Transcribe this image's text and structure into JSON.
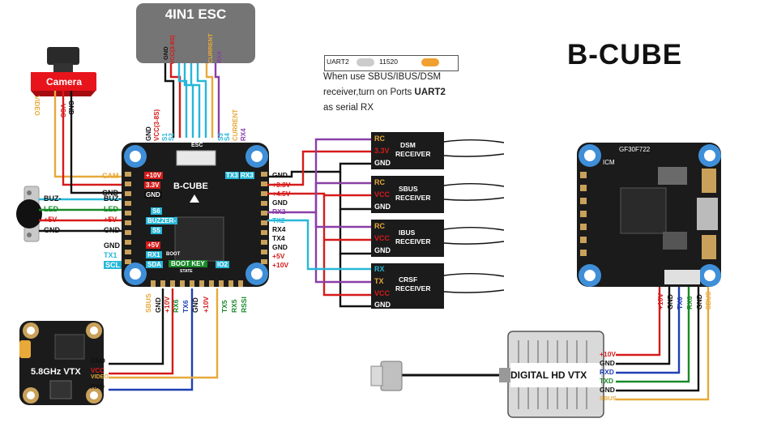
{
  "brand": {
    "title": "B-CUBE"
  },
  "esc": {
    "title": "4IN1 ESC",
    "wires": [
      "GND",
      "VCC(3-8S)",
      "S1",
      "S2",
      "S3",
      "S4",
      "CURRENT",
      "RX4"
    ]
  },
  "uart_panel": {
    "port": "UART2",
    "middle": "11520",
    "note_line1": "When use SBUS/IBUS/DSM",
    "note_line2": "receiver,turn on Ports",
    "note_bold": "UART2",
    "note_line3": "as serial RX"
  },
  "camera": {
    "label": "Camera",
    "wires": [
      "VIDEO",
      "VCC",
      "GND"
    ]
  },
  "fc": {
    "title": "B-CUBE",
    "esc_label": "ESC",
    "top_pads": [
      "GND",
      "VCC(3-8S)",
      "S1",
      "S2",
      "S3",
      "S4",
      "CURRENT",
      "RX4"
    ],
    "left_pads": [
      "CAM",
      "GND",
      "BUZ-",
      "LED",
      "+5V",
      "GND",
      "GND",
      "TX1",
      "SCL"
    ],
    "inner_left": [
      "+10V",
      "3.3V",
      "GND",
      "S6",
      "BUZZER-",
      "S5",
      "+5V",
      "RX1",
      "SDA"
    ],
    "inner_extra": [
      "BOOT",
      "BOOT KEY",
      "STATE",
      "IO2"
    ],
    "right_pads": [
      "GND",
      "+3.3V",
      "+4.5V",
      "GND",
      "RX2",
      "TX2",
      "RX4",
      "TX4",
      "GND",
      "+5V",
      "+10V"
    ],
    "inner_right": [
      "TX3",
      "RX3"
    ],
    "bottom_pads": [
      "SBUS",
      "GND",
      "+10V",
      "RX6",
      "TX6",
      "GND",
      "+10V",
      "TX5",
      "RX5",
      "RSSI"
    ]
  },
  "buzzer_led": {
    "wires": [
      "BUZ-",
      "LED",
      "+5V",
      "GND"
    ]
  },
  "receivers": [
    {
      "name1": "DSM",
      "name2": "RECEIVER",
      "pins": [
        "RC",
        "3.3V",
        "GND"
      ]
    },
    {
      "name1": "SBUS",
      "name2": "RECEIVER",
      "pins": [
        "RC",
        "VCC",
        "GND"
      ]
    },
    {
      "name1": "IBUS",
      "name2": "RECEIVER",
      "pins": [
        "RC",
        "VCC",
        "GND"
      ]
    },
    {
      "name1": "CRSF",
      "name2": "RECEIVER",
      "pins": [
        "RX",
        "TX",
        "VCC",
        "GND"
      ]
    }
  ],
  "vtx58": {
    "title": "5.8GHz VTX",
    "pins": [
      "GND",
      "VCC",
      "VIDEO",
      "RXD"
    ]
  },
  "fc_side": {
    "chip": "GF30F722",
    "icm": "ICM",
    "wires": [
      "+10V",
      "GND",
      "TX6",
      "RX6",
      "GND",
      "SBUS"
    ]
  },
  "hdvtx": {
    "title": "DIGITAL HD VTX",
    "pins": [
      "+10V",
      "GND",
      "RXD",
      "TXD",
      "GND",
      "SBUS"
    ]
  },
  "colors": {
    "red": "#d61b1b",
    "black": "#111111",
    "blue": "#1f3fb4",
    "green": "#1a8a2a",
    "yellow": "#e8a93a",
    "purple": "#8a3fa8",
    "cyan": "#27b7d8",
    "board": "#1b1b1b",
    "pcb_pad": "#c9a15a",
    "mount": "#3f8fd8"
  }
}
